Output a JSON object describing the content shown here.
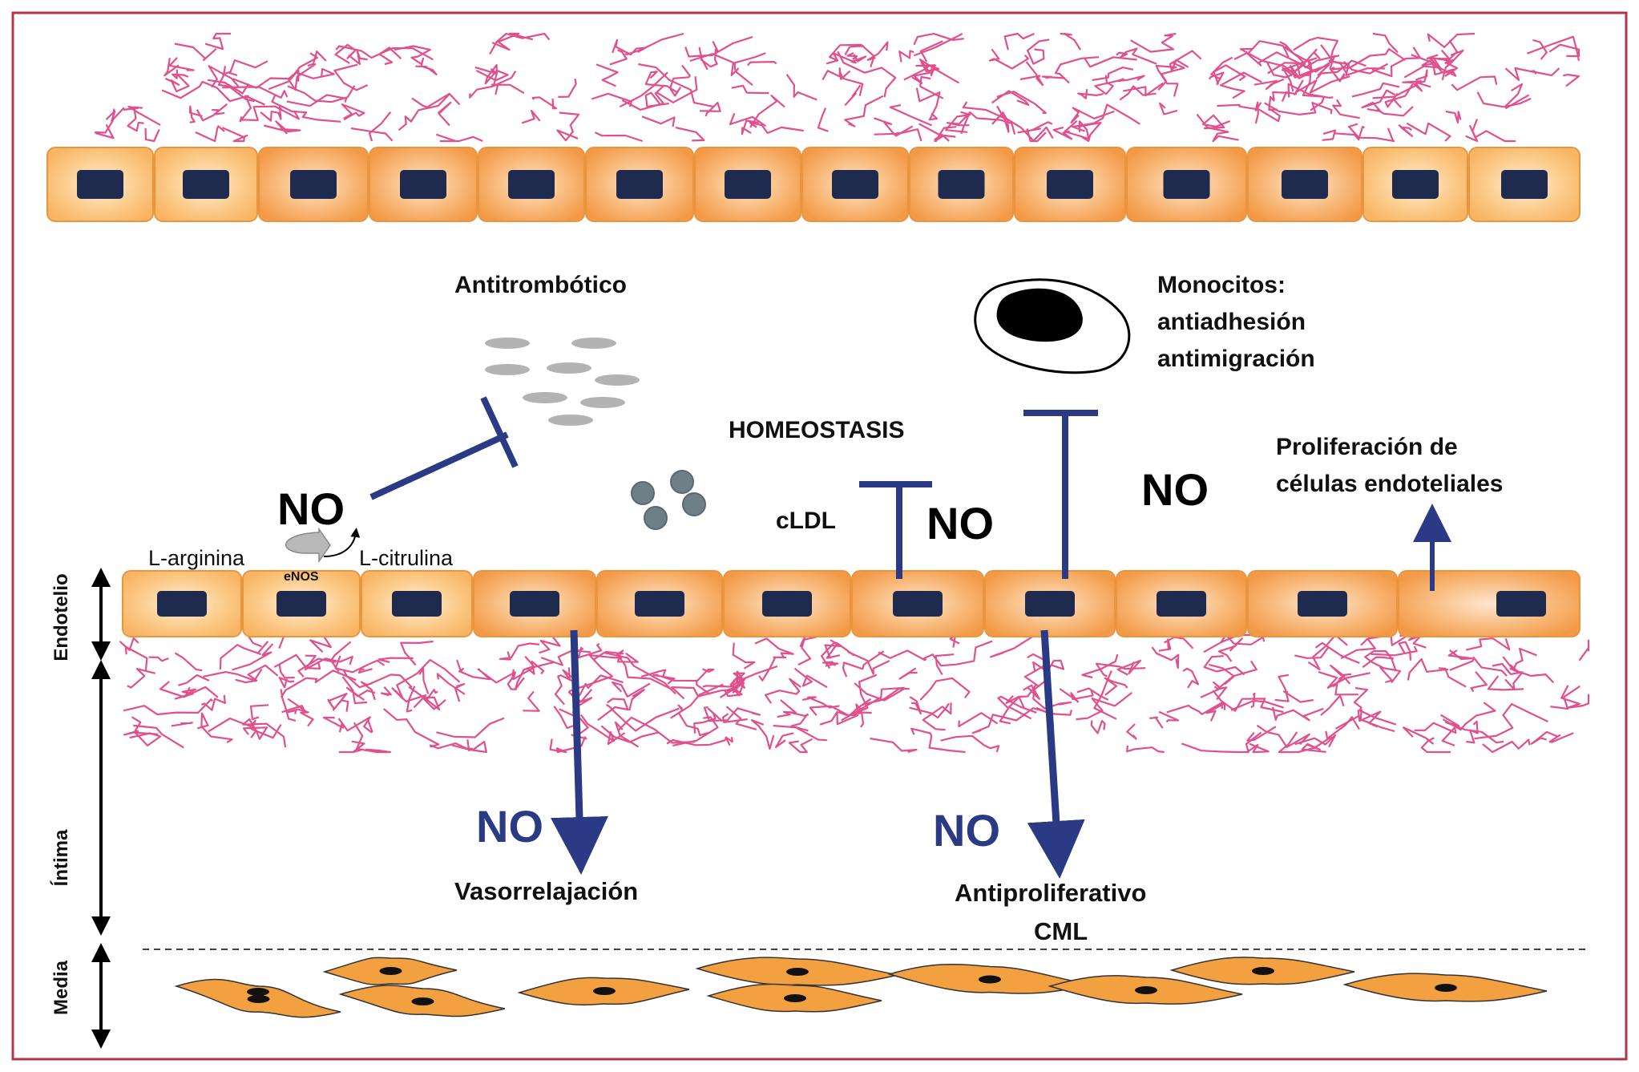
{
  "labels": {
    "antitrombotico": "Antitrombótico",
    "monocitos_1": "Monocitos:",
    "monocitos_2": "antiadhesión",
    "monocitos_3": "antimigración",
    "homeostasis": "HOMEOSTASIS",
    "proliferacion_1": "Proliferación de",
    "proliferacion_2": "células endoteliales",
    "cldl": "cLDL",
    "l_arginina": "L-arginina",
    "l_citrulina": "L-citrulina",
    "enos": "eNOS",
    "vasorrelajacion": "Vasorrelajación",
    "antiproliferativo": "Antiproliferativo",
    "cml": "CML"
  },
  "no_labels": {
    "source": "NO",
    "center": "NO",
    "right": "NO",
    "vaso": "NO",
    "antiprolif": "NO"
  },
  "layers": {
    "endotelio": "Endotelio",
    "intima": "Íntima",
    "media": "Media"
  },
  "colors": {
    "frame": "#b5344a",
    "fiber": "#e0508c",
    "cell_fill": "#f7a55c",
    "cell_border": "#e89540",
    "nucleus": "#1e2b4e",
    "pathway": "#2b3a85",
    "platelet": "#b3b3b3",
    "ldl": "#6f7f88",
    "smc": "#f3a040",
    "dashed": "#444444"
  }
}
